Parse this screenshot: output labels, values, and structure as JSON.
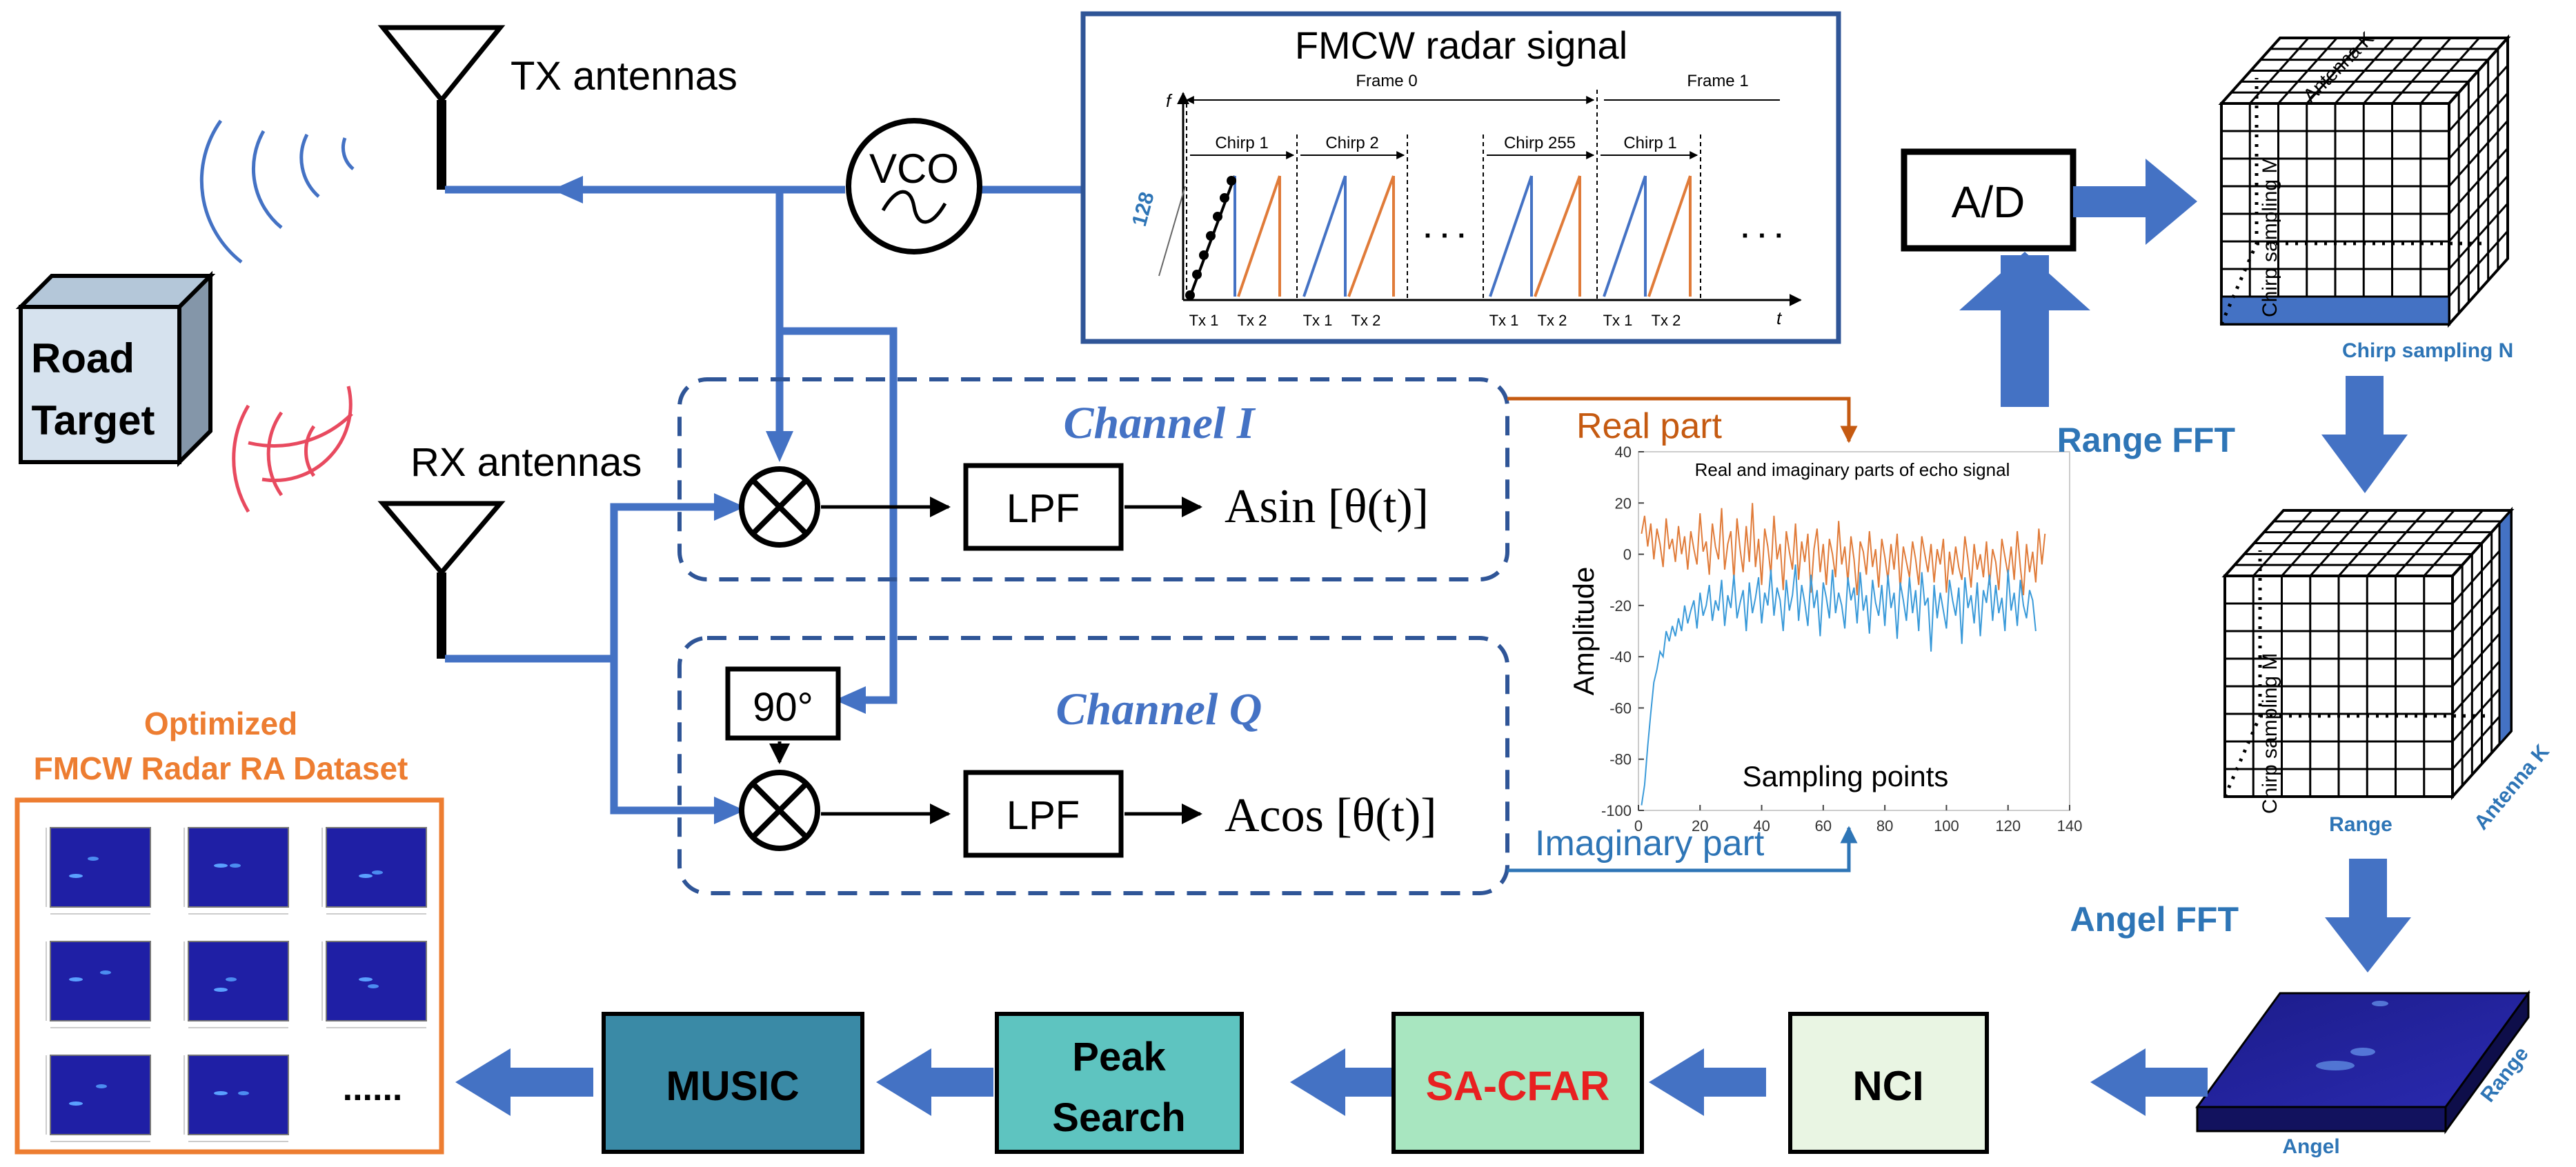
{
  "labels": {
    "tx_antennas": "TX antennas",
    "rx_antennas": "RX antennas",
    "road_target_line1": "Road",
    "road_target_line2": "Target",
    "vco": "VCO",
    "fmcw_title": "FMCW radar signal",
    "channel_i": "Channel I",
    "channel_q": "Channel Q",
    "lpf_i": "LPF",
    "lpf_q": "LPF",
    "phase_90": "90°",
    "out_i": "Asin [θ(t)]",
    "out_q": "Acos [θ(t)]",
    "real_part": "Real part",
    "imag_part": "Imaginary part",
    "ad": "A/D",
    "range_fft": "Range FFT",
    "angel_fft": "Angel FFT",
    "cube1_antenna": "Antenna K",
    "cube1_chirp_m": "Chirp sampling M",
    "cube1_chirp_n": "Chirp sampling N",
    "cube2_chirp_m": "Chirp sampling M",
    "cube2_range": "Range",
    "cube2_antenna": "Antenna K",
    "ra_angel": "Angel",
    "ra_range": "Range",
    "nci": "NCI",
    "sacfar": "SA-CFAR",
    "peak_line1": "Peak",
    "peak_line2": "Search",
    "music": "MUSIC",
    "dataset_line1": "Optimized",
    "dataset_line2": "FMCW Radar RA Dataset",
    "dataset_ellipsis": "......"
  },
  "fmcw_chart": {
    "f_label": "f",
    "t_label": "t",
    "frame0": "Frame 0",
    "frame1": "Frame 1",
    "chirp_labels": [
      "Chirp 1",
      "Chirp 2",
      "Chirp 255",
      "Chirp 1"
    ],
    "tx_labels": [
      "Tx 1",
      "Tx 2",
      "Tx 1",
      "Tx 2",
      "Tx 1",
      "Tx 2",
      "Tx 1",
      "Tx 2"
    ],
    "samples_label": "128",
    "ellipsis": "· · ·"
  },
  "chart_data": {
    "type": "line",
    "title": "Real and imaginary parts of echo signal",
    "xlabel": "Sampling points",
    "ylabel": "Amplitude",
    "xlim": [
      0,
      140
    ],
    "ylim": [
      -100,
      40
    ],
    "xticks": [
      0,
      20,
      40,
      60,
      80,
      100,
      120,
      140
    ],
    "yticks": [
      40,
      20,
      0,
      -20,
      -40,
      -60,
      -80,
      -100
    ],
    "series": [
      {
        "name": "Real part",
        "color": "#e07b39",
        "values": [
          8,
          15,
          3,
          12,
          -2,
          10,
          4,
          -5,
          14,
          2,
          6,
          -3,
          11,
          0,
          7,
          -6,
          9,
          2,
          -4,
          16,
          1,
          5,
          -8,
          12,
          3,
          -2,
          18,
          -6,
          4,
          9,
          -10,
          14,
          2,
          -7,
          11,
          -3,
          20,
          -5,
          6,
          -12,
          10,
          3,
          -8,
          15,
          -2,
          4,
          -14,
          9,
          1,
          -6,
          12,
          -10,
          5,
          -3,
          8,
          -15,
          2,
          10,
          -7,
          4,
          -12,
          6,
          0,
          -9,
          13,
          -4,
          3,
          -11,
          7,
          -2,
          -16,
          5,
          1,
          -8,
          9,
          -5,
          2,
          -13,
          6,
          -1,
          -10,
          4,
          -6,
          8,
          -14,
          3,
          -3,
          -9,
          5,
          -2,
          -12,
          7,
          0,
          -7,
          4,
          -11,
          2,
          -4,
          6,
          -15,
          1,
          -8,
          3,
          -5,
          -10,
          7,
          -2,
          -13,
          4,
          -6,
          0,
          -9,
          5,
          -12,
          2,
          -3,
          -14,
          6,
          -1,
          -8,
          3,
          -10,
          9,
          -5,
          -16,
          4,
          -7,
          1,
          -11,
          10,
          -4,
          8
        ]
      },
      {
        "name": "Imaginary part",
        "color": "#3a9ad9",
        "values": [
          -98,
          -90,
          -75,
          -62,
          -50,
          -45,
          -38,
          -40,
          -30,
          -34,
          -28,
          -32,
          -25,
          -30,
          -20,
          -27,
          -22,
          -18,
          -29,
          -15,
          -24,
          -20,
          -12,
          -26,
          -18,
          -22,
          -10,
          -28,
          -16,
          -21,
          -8,
          -25,
          -19,
          -14,
          -30,
          -11,
          -23,
          -17,
          -9,
          -27,
          -15,
          -20,
          -6,
          -24,
          -13,
          -18,
          -30,
          -10,
          -22,
          -16,
          -4,
          -26,
          -12,
          -19,
          -28,
          -8,
          -21,
          -14,
          -32,
          -11,
          -17,
          -25,
          -6,
          -23,
          -15,
          -20,
          -29,
          -9,
          -18,
          -13,
          -27,
          -7,
          -22,
          -16,
          -31,
          -10,
          -19,
          -24,
          -12,
          -28,
          -8,
          -21,
          -15,
          -33,
          -11,
          -18,
          -26,
          -9,
          -23,
          -14,
          -30,
          -7,
          -20,
          -17,
          -38,
          -12,
          -25,
          -15,
          -22,
          -29,
          -10,
          -18,
          -24,
          -13,
          -35,
          -9,
          -21,
          -16,
          -27,
          -11,
          -32,
          -14,
          -19,
          -8,
          -26,
          -12,
          -23,
          -17,
          -30,
          -6,
          -22,
          -15,
          -28,
          -10,
          -20,
          -25,
          -14,
          -18,
          -30
        ]
      }
    ]
  }
}
